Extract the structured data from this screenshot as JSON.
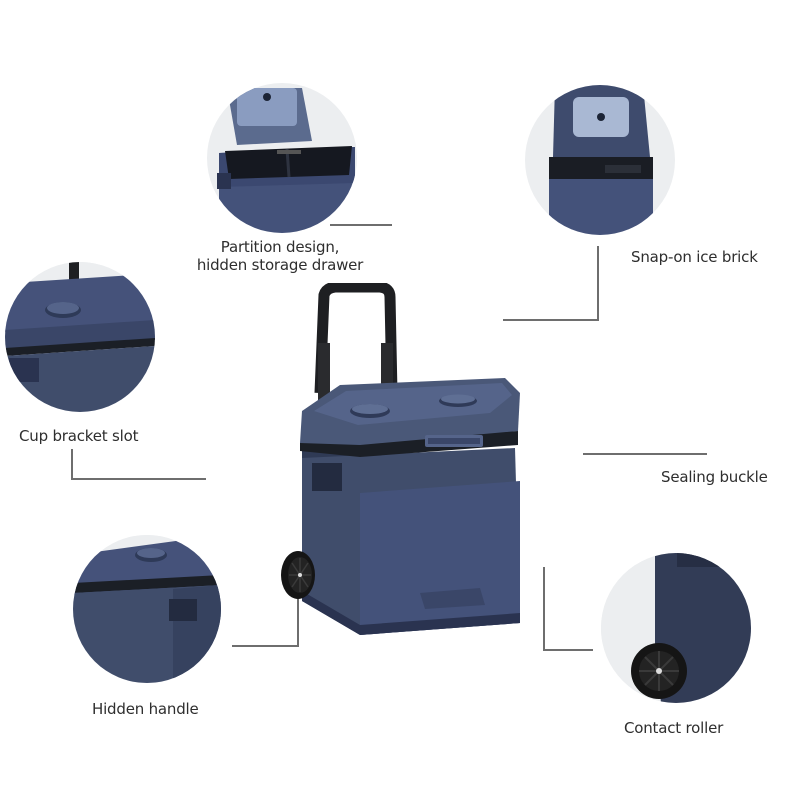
{
  "colors": {
    "background": "#ffffff",
    "body": "#404d6b",
    "body_dark": "#2f3a55",
    "lid": "#4a5878",
    "lid_light": "#5a6a8c",
    "gasket": "#1b1f26",
    "handle": "#1e1f22",
    "wheel": "#151515",
    "ice_brick": "#a9b8d3",
    "circle_bg": "#eceef0",
    "line": "#6e6e6e",
    "text": "#2e2e2e"
  },
  "product": {
    "name": "rolling-cooler-with-telescopic-handle"
  },
  "callouts": [
    {
      "id": "partition",
      "lines": [
        "Partition design,",
        "hidden storage drawer"
      ]
    },
    {
      "id": "ice-brick",
      "label": "Snap-on ice brick"
    },
    {
      "id": "cup-slot",
      "label": "Cup bracket slot"
    },
    {
      "id": "buckle",
      "label": "Sealing buckle"
    },
    {
      "id": "handle",
      "label": "Hidden handle"
    },
    {
      "id": "roller",
      "label": "Contact roller"
    }
  ]
}
